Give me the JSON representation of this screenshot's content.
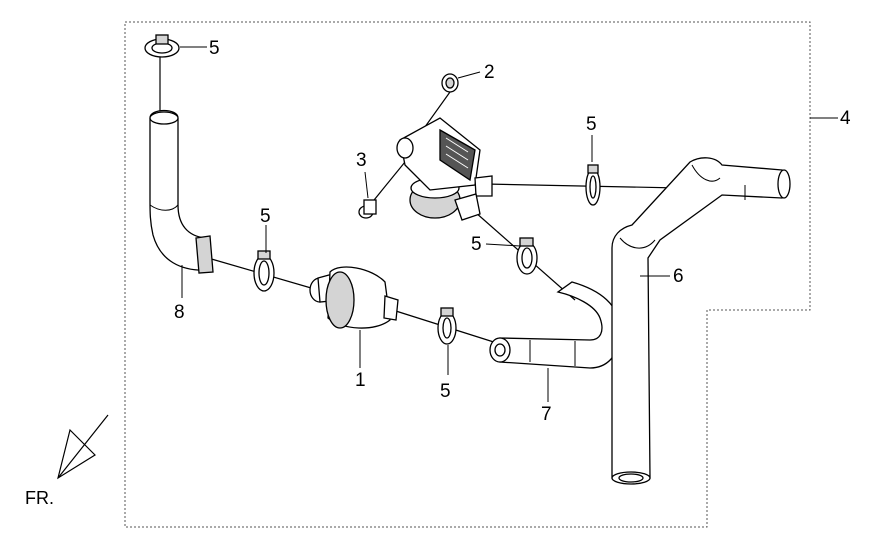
{
  "diagram": {
    "orientation_label": "FR.",
    "callouts": [
      {
        "id": "c1",
        "text": "1"
      },
      {
        "id": "c2",
        "text": "2"
      },
      {
        "id": "c3",
        "text": "3"
      },
      {
        "id": "c4",
        "text": "4"
      },
      {
        "id": "c5a",
        "text": "5"
      },
      {
        "id": "c5b",
        "text": "5"
      },
      {
        "id": "c5c",
        "text": "5"
      },
      {
        "id": "c5d",
        "text": "5"
      },
      {
        "id": "c5e",
        "text": "5"
      },
      {
        "id": "c6",
        "text": "6"
      },
      {
        "id": "c7",
        "text": "7"
      },
      {
        "id": "c8",
        "text": "8"
      }
    ]
  }
}
